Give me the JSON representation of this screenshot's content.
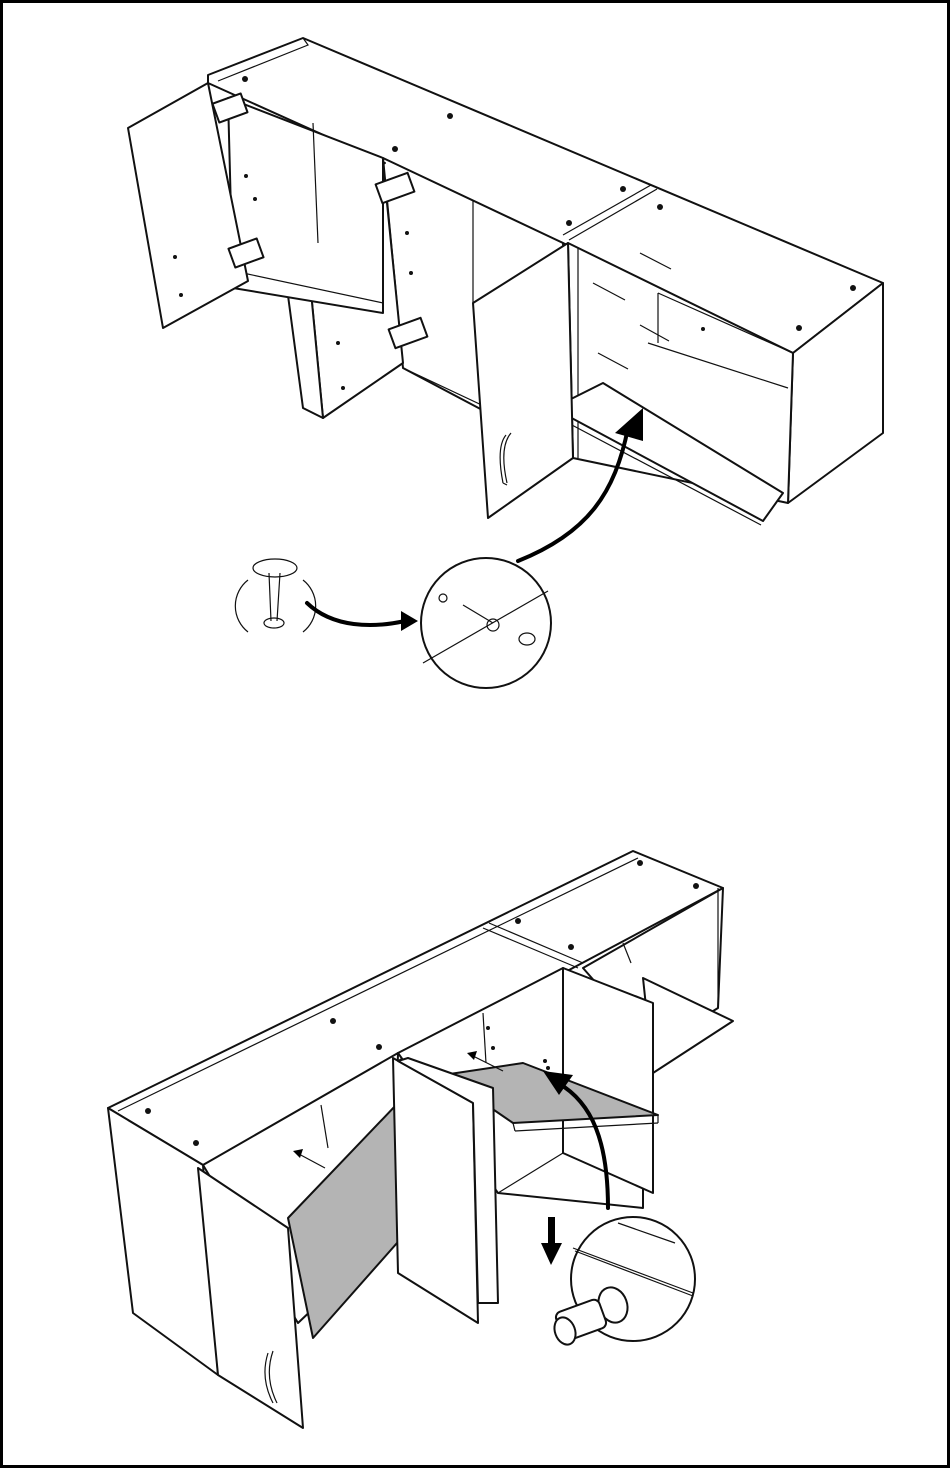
{
  "figure": {
    "steps": [
      {
        "id": "step-1",
        "parts": [
          "shelf",
          "screw",
          "hole-cap"
        ],
        "action": "insert-shelf-and-screw"
      },
      {
        "id": "step-2",
        "parts": [
          "shelf",
          "shelf-support-pin"
        ],
        "action": "insert-shelf-on-pins"
      }
    ],
    "icons": [
      "rotate-arrow-icon",
      "screw-detail-icon",
      "cam-lock-icon",
      "shelf-pin-icon",
      "push-down-arrow-icon"
    ]
  }
}
